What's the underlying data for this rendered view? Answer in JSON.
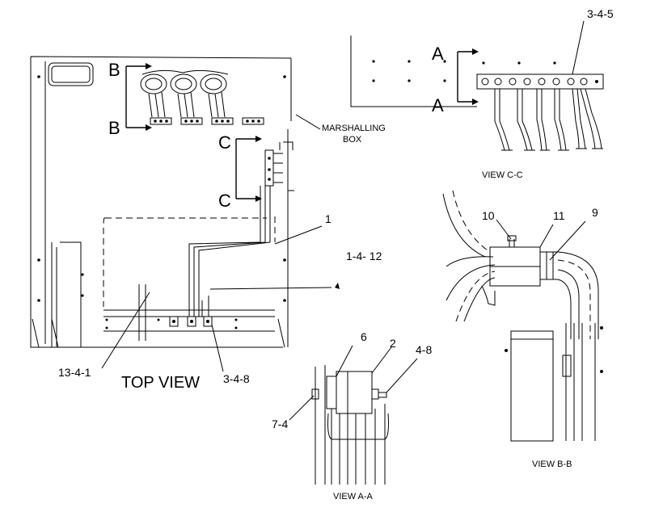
{
  "labels": {
    "ref_345": "3-4-5",
    "marshalling_1": "MARSHALLING",
    "marshalling_2": "BOX",
    "view_cc": "VIEW C-C",
    "ref_1": "1",
    "ref_1412": "1-4- 12",
    "ref_10": "10",
    "ref_11": "11",
    "ref_9": "9",
    "ref_1341": "13-4-1",
    "top_view": "TOP VIEW",
    "ref_348": "3-4-8",
    "ref_6": "6",
    "ref_2": "2",
    "ref_48": "4-8",
    "ref_74": "7-4",
    "view_bb": "VIEW B-B",
    "view_aa": "VIEW A-A"
  },
  "section_marks": {
    "b_top": "B",
    "b_bottom": "B",
    "c_top": "C",
    "c_bottom": "C",
    "a_top": "A",
    "a_bottom": "A"
  }
}
